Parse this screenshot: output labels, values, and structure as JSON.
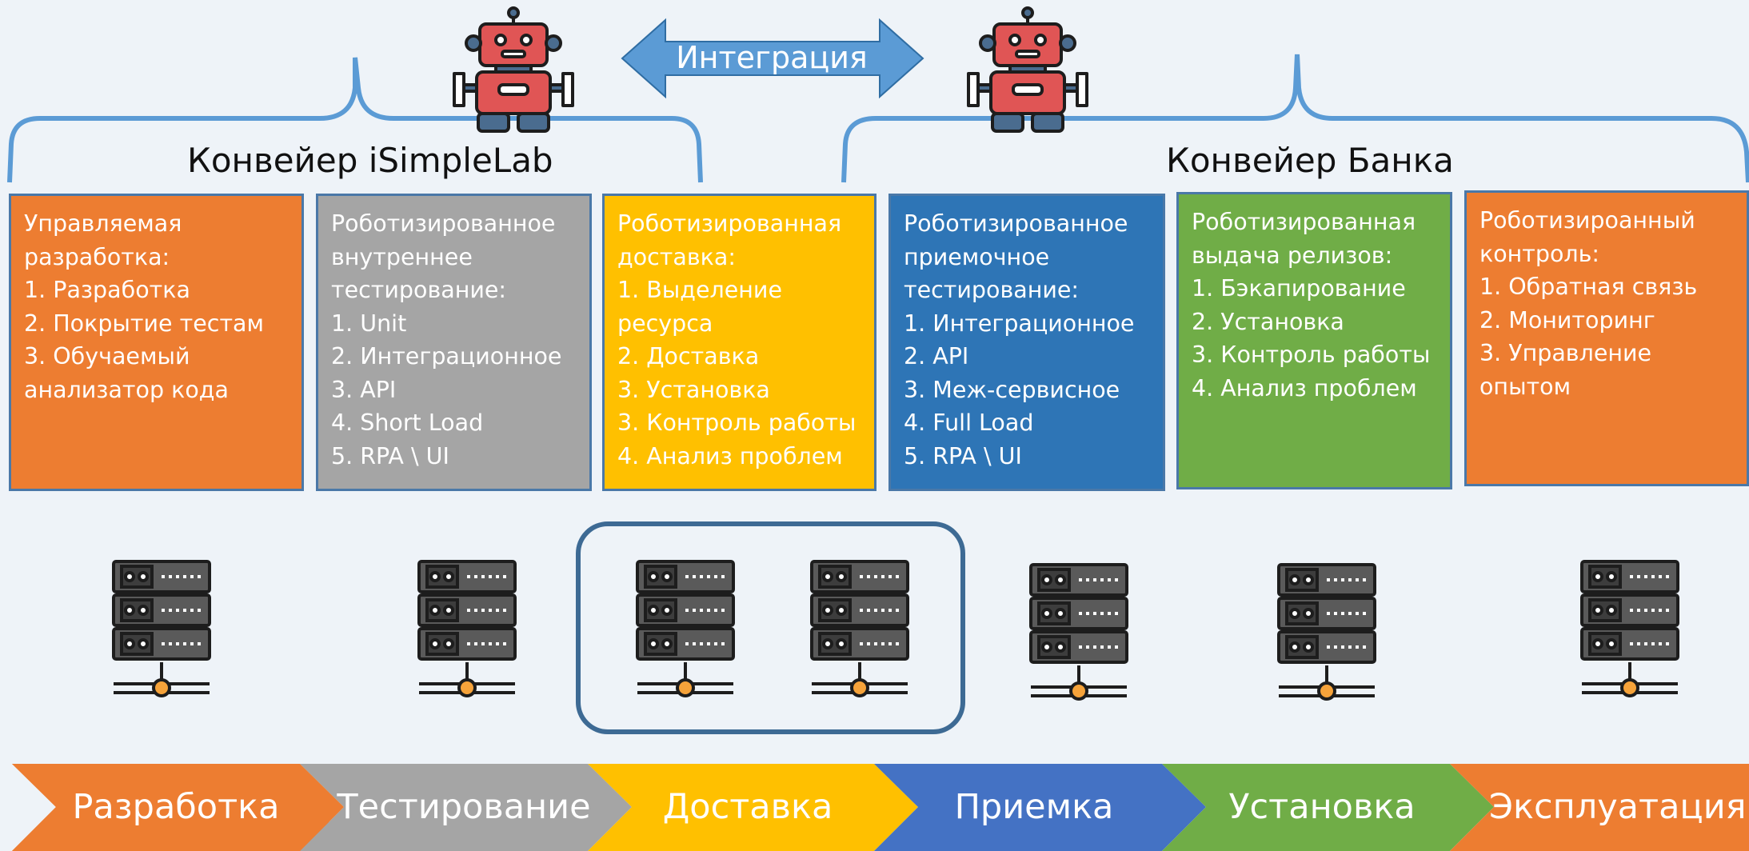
{
  "colors": {
    "orange": "#ed7d31",
    "gray": "#a5a5a5",
    "yellow": "#ffc000",
    "blue": "#2e75b6",
    "green": "#70ad47",
    "chevron_blue": "#4472c4",
    "bracket": "#5b9bd5"
  },
  "integration_label": "Интеграция",
  "pipelines": {
    "left_title": "Конвейер iSimpleLab",
    "right_title": "Конвейер Банка"
  },
  "boxes": [
    {
      "lines": [
        "Управляемая",
        "разработка:",
        "1. Разработка",
        "2. Покрытие тестам",
        "3. Обучаемый",
        "анализатор кода"
      ]
    },
    {
      "lines": [
        "Роботизированное",
        "внутреннее",
        "тестирование:",
        "1. Unit",
        "2. Интеграционное",
        "3. API",
        "4. Short Load",
        "5. RPA \\ UI"
      ]
    },
    {
      "lines": [
        "Роботизированная",
        "доставка:",
        "1. Выделение",
        "ресурса",
        "2. Доставка",
        "3. Установка",
        "3. Контроль работы",
        "4. Анализ проблем"
      ]
    },
    {
      "lines": [
        "Роботизированное",
        "приемочное",
        "тестирование:",
        "1. Интеграционное",
        "2. API",
        "3. Меж-сервисное",
        "4. Full Load",
        "5. RPA \\ UI"
      ]
    },
    {
      "lines": [
        "Роботизированная",
        "выдача релизов:",
        "1. Бэкапирование",
        "2. Установка",
        "3. Контроль работы",
        "4. Анализ проблем"
      ]
    },
    {
      "lines": [
        "Роботизироанный",
        "контроль:",
        "1. Обратная связь",
        "2. Мониторинг",
        "3. Управление",
        "опытом"
      ]
    }
  ],
  "stages": [
    "Разработка",
    "Тестирование",
    "Доставка",
    "Приемка",
    "Установка",
    "Эксплуатация"
  ],
  "icons": {
    "robot": "robot-icon",
    "server": "server-icon"
  }
}
